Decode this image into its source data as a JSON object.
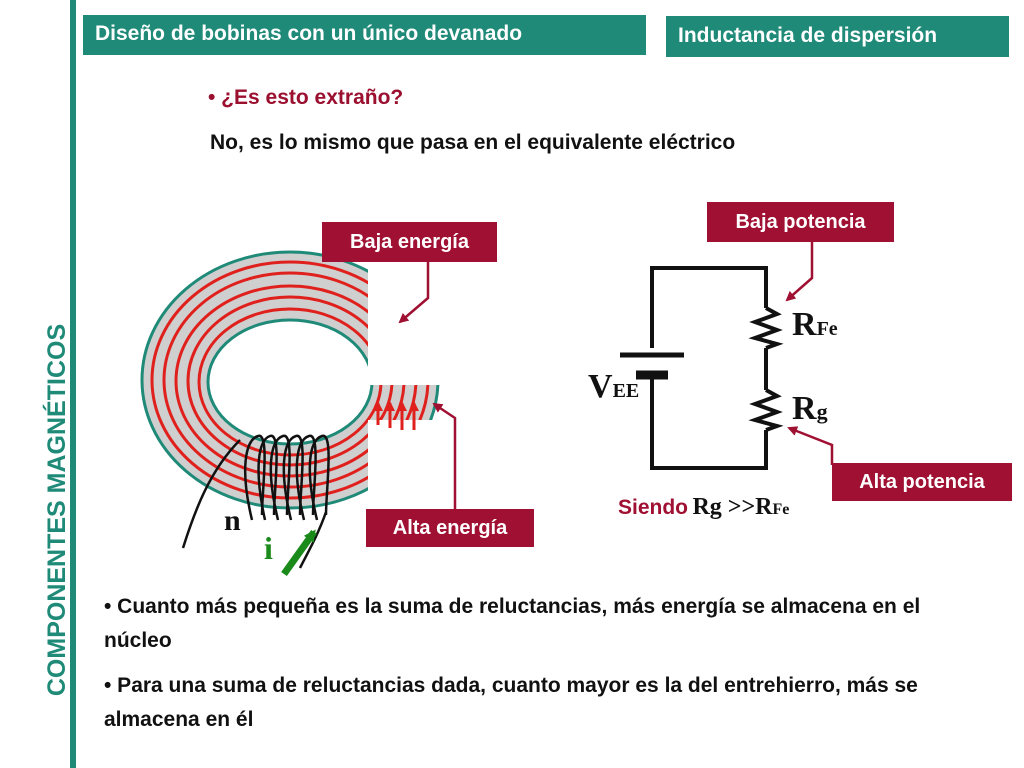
{
  "section_label": "COMPONENTES MAGNÉTICOS",
  "header": {
    "left_title": "Diseño de bobinas con un único devanado",
    "right_title": "Inductancia de dispersión"
  },
  "intro": {
    "question": "• ¿Es esto extraño?",
    "answer": "No, es lo mismo que pasa en el equivalente eléctrico"
  },
  "magnetic": {
    "low_label": "Baja energía",
    "high_label": "Alta energía",
    "turns_symbol": "n",
    "current_symbol": "i"
  },
  "circuit": {
    "low_label": "Baja potencia",
    "high_label": "Alta potencia",
    "source_main": "V",
    "source_sub": "EE",
    "r_fe_main": "R",
    "r_fe_sub": "Fe",
    "r_g_main": "R",
    "r_g_sub": "g",
    "condition_prefix": "Siendo",
    "condition_expr": "Rg >>R",
    "condition_sub": "Fe"
  },
  "bullets": [
    "• Cuanto más pequeña es la suma de reluctancias, más energía se almacena en el núcleo",
    "• Para una suma de reluctancias dada, cuanto mayor es la del entrehierro, más se almacena en él"
  ],
  "colors": {
    "teal": "#1f8a78",
    "maroon": "#a01032",
    "flux_red": "#e0201c",
    "core_gray": "#cfcfcf",
    "arrow_green": "#1a8a1a"
  }
}
